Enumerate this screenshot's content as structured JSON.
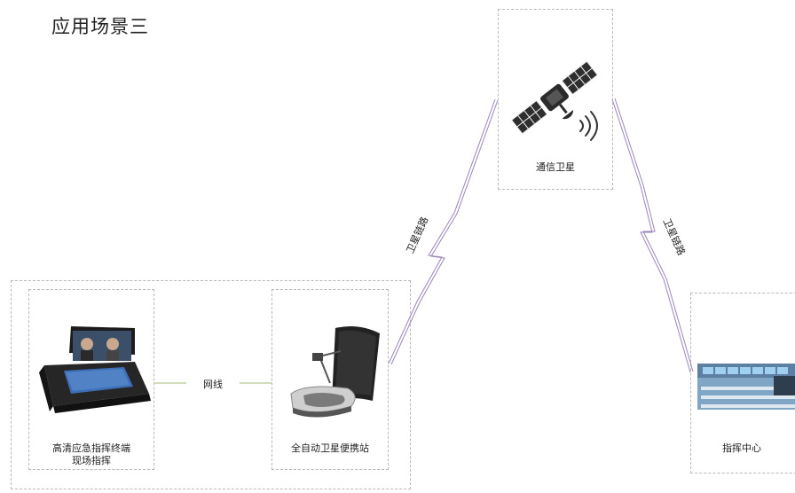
{
  "title": "应用场景三",
  "nodes": {
    "satellite": {
      "label": "通信卫星",
      "icon": "satellite-icon"
    },
    "terminal": {
      "label_line1": "高清应急指挥终端",
      "label_line2": "现场指挥",
      "icon": "rugged-laptop-terminal-icon"
    },
    "station": {
      "label": "全自动卫星便携站",
      "icon": "portable-satellite-antenna-icon"
    },
    "command": {
      "label": "指挥中心",
      "icon": "command-center-room-icon"
    }
  },
  "links": {
    "cable": "网线",
    "sat_left": "卫星链路",
    "sat_right": "卫星链路"
  }
}
